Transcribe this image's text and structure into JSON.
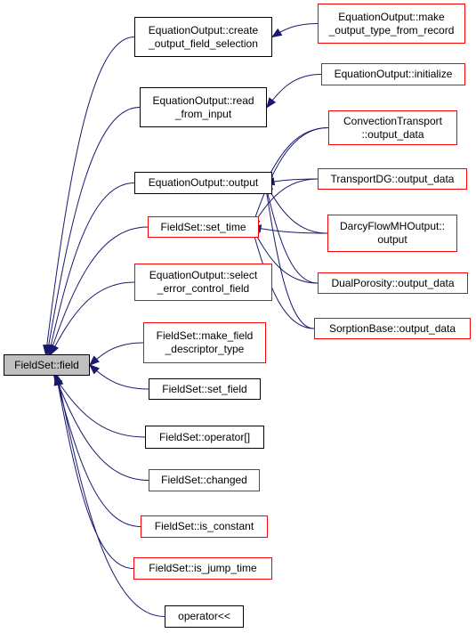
{
  "colors": {
    "edge": "#191970",
    "node_border": "#000000",
    "incomplete_border": "#ff0000",
    "root_fill": "#bfbfbf"
  },
  "nodes": {
    "field": {
      "label": "FieldSet::field",
      "style": "root"
    },
    "eo_create": {
      "label": "EquationOutput::create\n_output_field_selection",
      "style": "normal"
    },
    "eo_make": {
      "label": "EquationOutput::make\n_output_type_from_record",
      "style": "incomplete"
    },
    "eo_read": {
      "label": "EquationOutput::read\n_from_input",
      "style": "normal"
    },
    "eo_init": {
      "label": "EquationOutput::initialize",
      "style": "incomplete"
    },
    "eo_output": {
      "label": "EquationOutput::output",
      "style": "normal"
    },
    "ct_output": {
      "label": "ConvectionTransport\n::output_data",
      "style": "incomplete"
    },
    "tdg_output": {
      "label": "TransportDG::output_data",
      "style": "incomplete"
    },
    "fs_settime": {
      "label": "FieldSet::set_time",
      "style": "incomplete"
    },
    "darcy_output": {
      "label": "DarcyFlowMHOutput::\noutput",
      "style": "incomplete"
    },
    "eo_select": {
      "label": "EquationOutput::select\n_error_control_field",
      "style": "incomplete"
    },
    "dp_output": {
      "label": "DualPorosity::output_data",
      "style": "incomplete"
    },
    "sb_output": {
      "label": "SorptionBase::output_data",
      "style": "incomplete"
    },
    "fs_makedesc": {
      "label": "FieldSet::make_field\n_descriptor_type",
      "style": "incomplete"
    },
    "fs_setfield": {
      "label": "FieldSet::set_field",
      "style": "normal"
    },
    "fs_operator": {
      "label": "FieldSet::operator[]",
      "style": "normal"
    },
    "fs_changed": {
      "label": "FieldSet::changed",
      "style": "incomplete"
    },
    "fs_isconst": {
      "label": "FieldSet::is_constant",
      "style": "incomplete"
    },
    "fs_isjump": {
      "label": "FieldSet::is_jump_time",
      "style": "incomplete"
    },
    "op_stream": {
      "label": "operator<<",
      "style": "normal"
    }
  },
  "edges": [
    [
      "eo_create",
      "field"
    ],
    [
      "eo_read",
      "field"
    ],
    [
      "eo_output",
      "field"
    ],
    [
      "fs_settime",
      "field"
    ],
    [
      "eo_select",
      "field"
    ],
    [
      "fs_makedesc",
      "field"
    ],
    [
      "fs_setfield",
      "field"
    ],
    [
      "fs_operator",
      "field"
    ],
    [
      "fs_changed",
      "field"
    ],
    [
      "fs_isconst",
      "field"
    ],
    [
      "fs_isjump",
      "field"
    ],
    [
      "op_stream",
      "field"
    ],
    [
      "eo_make",
      "eo_create"
    ],
    [
      "eo_init",
      "eo_read"
    ],
    [
      "ct_output",
      "eo_output"
    ],
    [
      "tdg_output",
      "eo_output"
    ],
    [
      "darcy_output",
      "eo_output"
    ],
    [
      "dp_output",
      "eo_output"
    ],
    [
      "sb_output",
      "eo_output"
    ],
    [
      "ct_output",
      "fs_settime"
    ],
    [
      "tdg_output",
      "fs_settime"
    ],
    [
      "darcy_output",
      "fs_settime"
    ],
    [
      "dp_output",
      "fs_settime"
    ],
    [
      "sb_output",
      "fs_settime"
    ]
  ]
}
